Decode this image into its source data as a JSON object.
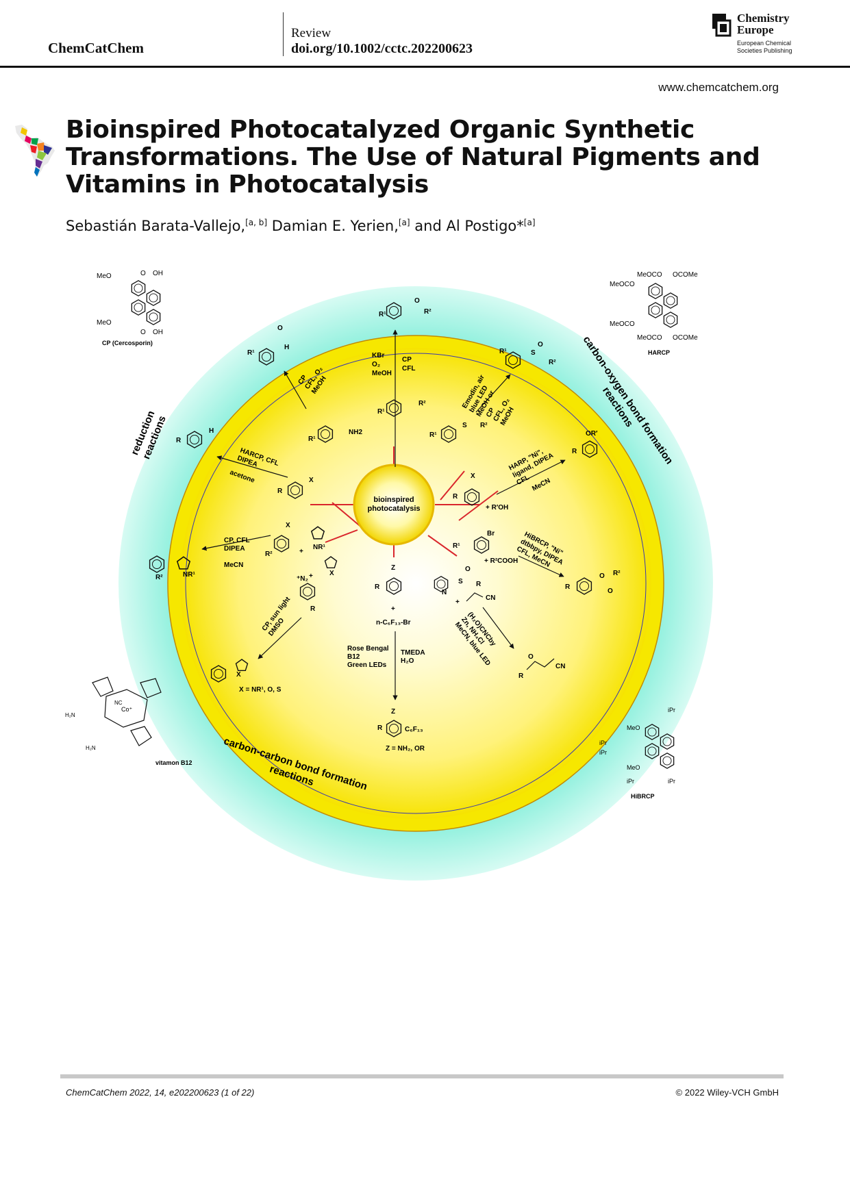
{
  "header": {
    "journal": "ChemCatChem",
    "article_type": "Review",
    "doi": "doi.org/10.1002/cctc.202200623",
    "publisher_logo": {
      "name": "Chemistry Europe",
      "line1": "Chemistry",
      "line2": "Europe",
      "sub1": "European Chemical",
      "sub2": "Societies Publishing"
    },
    "website": "www.chemcatchem.org"
  },
  "article": {
    "title": "Bioinspired Photocatalyzed Organic Synthetic Transformations. The Use of Natural Pigments and Vitamins in Photocatalysis",
    "authors": [
      {
        "name": "Sebastián Barata-Vallejo,",
        "aff": "[a, b]"
      },
      {
        "name": " Damian E. Yerien,",
        "aff": "[a]"
      },
      {
        "name": " and Al Postigo*",
        "aff": "[a]"
      }
    ]
  },
  "graphic": {
    "center": [
      "bioinspired",
      "photocatalysis"
    ],
    "ring_labels": {
      "reduction": [
        "reduction",
        "reactions"
      ],
      "co_bond": [
        "carbon-oxygen bond formation",
        "reactions"
      ],
      "cc_bond": [
        "carbon-carbon bond formation",
        "reactions"
      ]
    },
    "catalysts": {
      "cp": "CP (Cercosporin)",
      "harcp": "HARCP",
      "b12": "vitamon B12",
      "hibrcp": "HiBRCP"
    },
    "reactions": {
      "top_product": "R¹ ⌬ COR²",
      "top_cond_left": [
        "KBr",
        "O₂",
        "MeOH"
      ],
      "top_cond_right": [
        "CP",
        "CFL"
      ],
      "top_substrate": "R¹ ⌬ CH₂R²",
      "aldehyde_product": "R¹ ⌬ CHO",
      "aldehyde_cond": [
        "CP",
        "CFL, O₂",
        "MeOH"
      ],
      "aldehyde_substrate": "R¹ ⌬ CH₂NH2",
      "sulfoxide_product": "R¹ ⌬ S(O)CH₂R²",
      "sulfoxide_cond_a": [
        "Emodin, air",
        "blue LED",
        "MeOH or"
      ],
      "sulfoxide_cond_b": [
        "CP",
        "CFL, O₂",
        "MeOH"
      ],
      "sulfide_substrate": "R¹ ⌬ SCH₂R²",
      "reduction_product": "R ⌬ H",
      "reduction_cond": [
        "HARCP, CFL",
        "DIPEA"
      ],
      "reduction_solvent": "acetone",
      "reduction_substrate": "R ⌬ X",
      "ether_product": "R ⌬ OR′",
      "ether_cond": [
        "HARP, \"Ni\",",
        "ligand, DIPEA",
        "CFL"
      ],
      "ether_solvent": "MeCN",
      "ether_substrate": "R ⌬ X  + R′OH",
      "ester_substrate": "R¹ ⌬ Br  + R²COOH",
      "ester_cond": [
        "HiBRCP, \"Ni\"",
        "dtbbpy, DIPEA",
        "CFL, MeCN"
      ],
      "ester_product": "R ⌬ OCOR²",
      "arylpyrrole_product": "R² ⌬–pyrrole NR¹",
      "arylpyrrole_cond": [
        "CP, CFL",
        "DIPEA"
      ],
      "arylpyrrole_solvent": "MeCN",
      "arylpyrrole_substrate": "R² ⌬ X  +  pyrrole NR¹",
      "heteroaryl_substrate": "⁺N₂ ⌬ R  +  heteroarene X",
      "heteroaryl_cond": [
        "CP, sun light",
        "DMSO"
      ],
      "heteroaryl_product": "R ⌬–heteroarene X",
      "heteroaryl_note": "X = NR¹, O, S",
      "perfluoro_substrate": "R ⌬ Z  +  n-C₆F₁₃-Br",
      "perfluoro_cond_left": [
        "Rose Bengal",
        "B12",
        "Green LEDs"
      ],
      "perfluoro_cond_right": [
        "TMEDA",
        "H₂O"
      ],
      "perfluoro_product": "R ⌬ Z / C₆F₁₃",
      "perfluoro_note": "Z = NH₂, OR",
      "acyl_substrate": "2-pyridyl thioester RCOS  +  acrylonitrile CN",
      "acyl_cond": [
        "(H₂O)CNCby",
        "Zn, NH₄Cl",
        "MeCN, blue LED"
      ],
      "acyl_product": "RCO–CH₂CH₂CN"
    }
  },
  "footer": {
    "citation": "ChemCatChem 2022, 14, e202200623 (1 of 22)",
    "copyright": "© 2022 Wiley-VCH GmbH"
  }
}
